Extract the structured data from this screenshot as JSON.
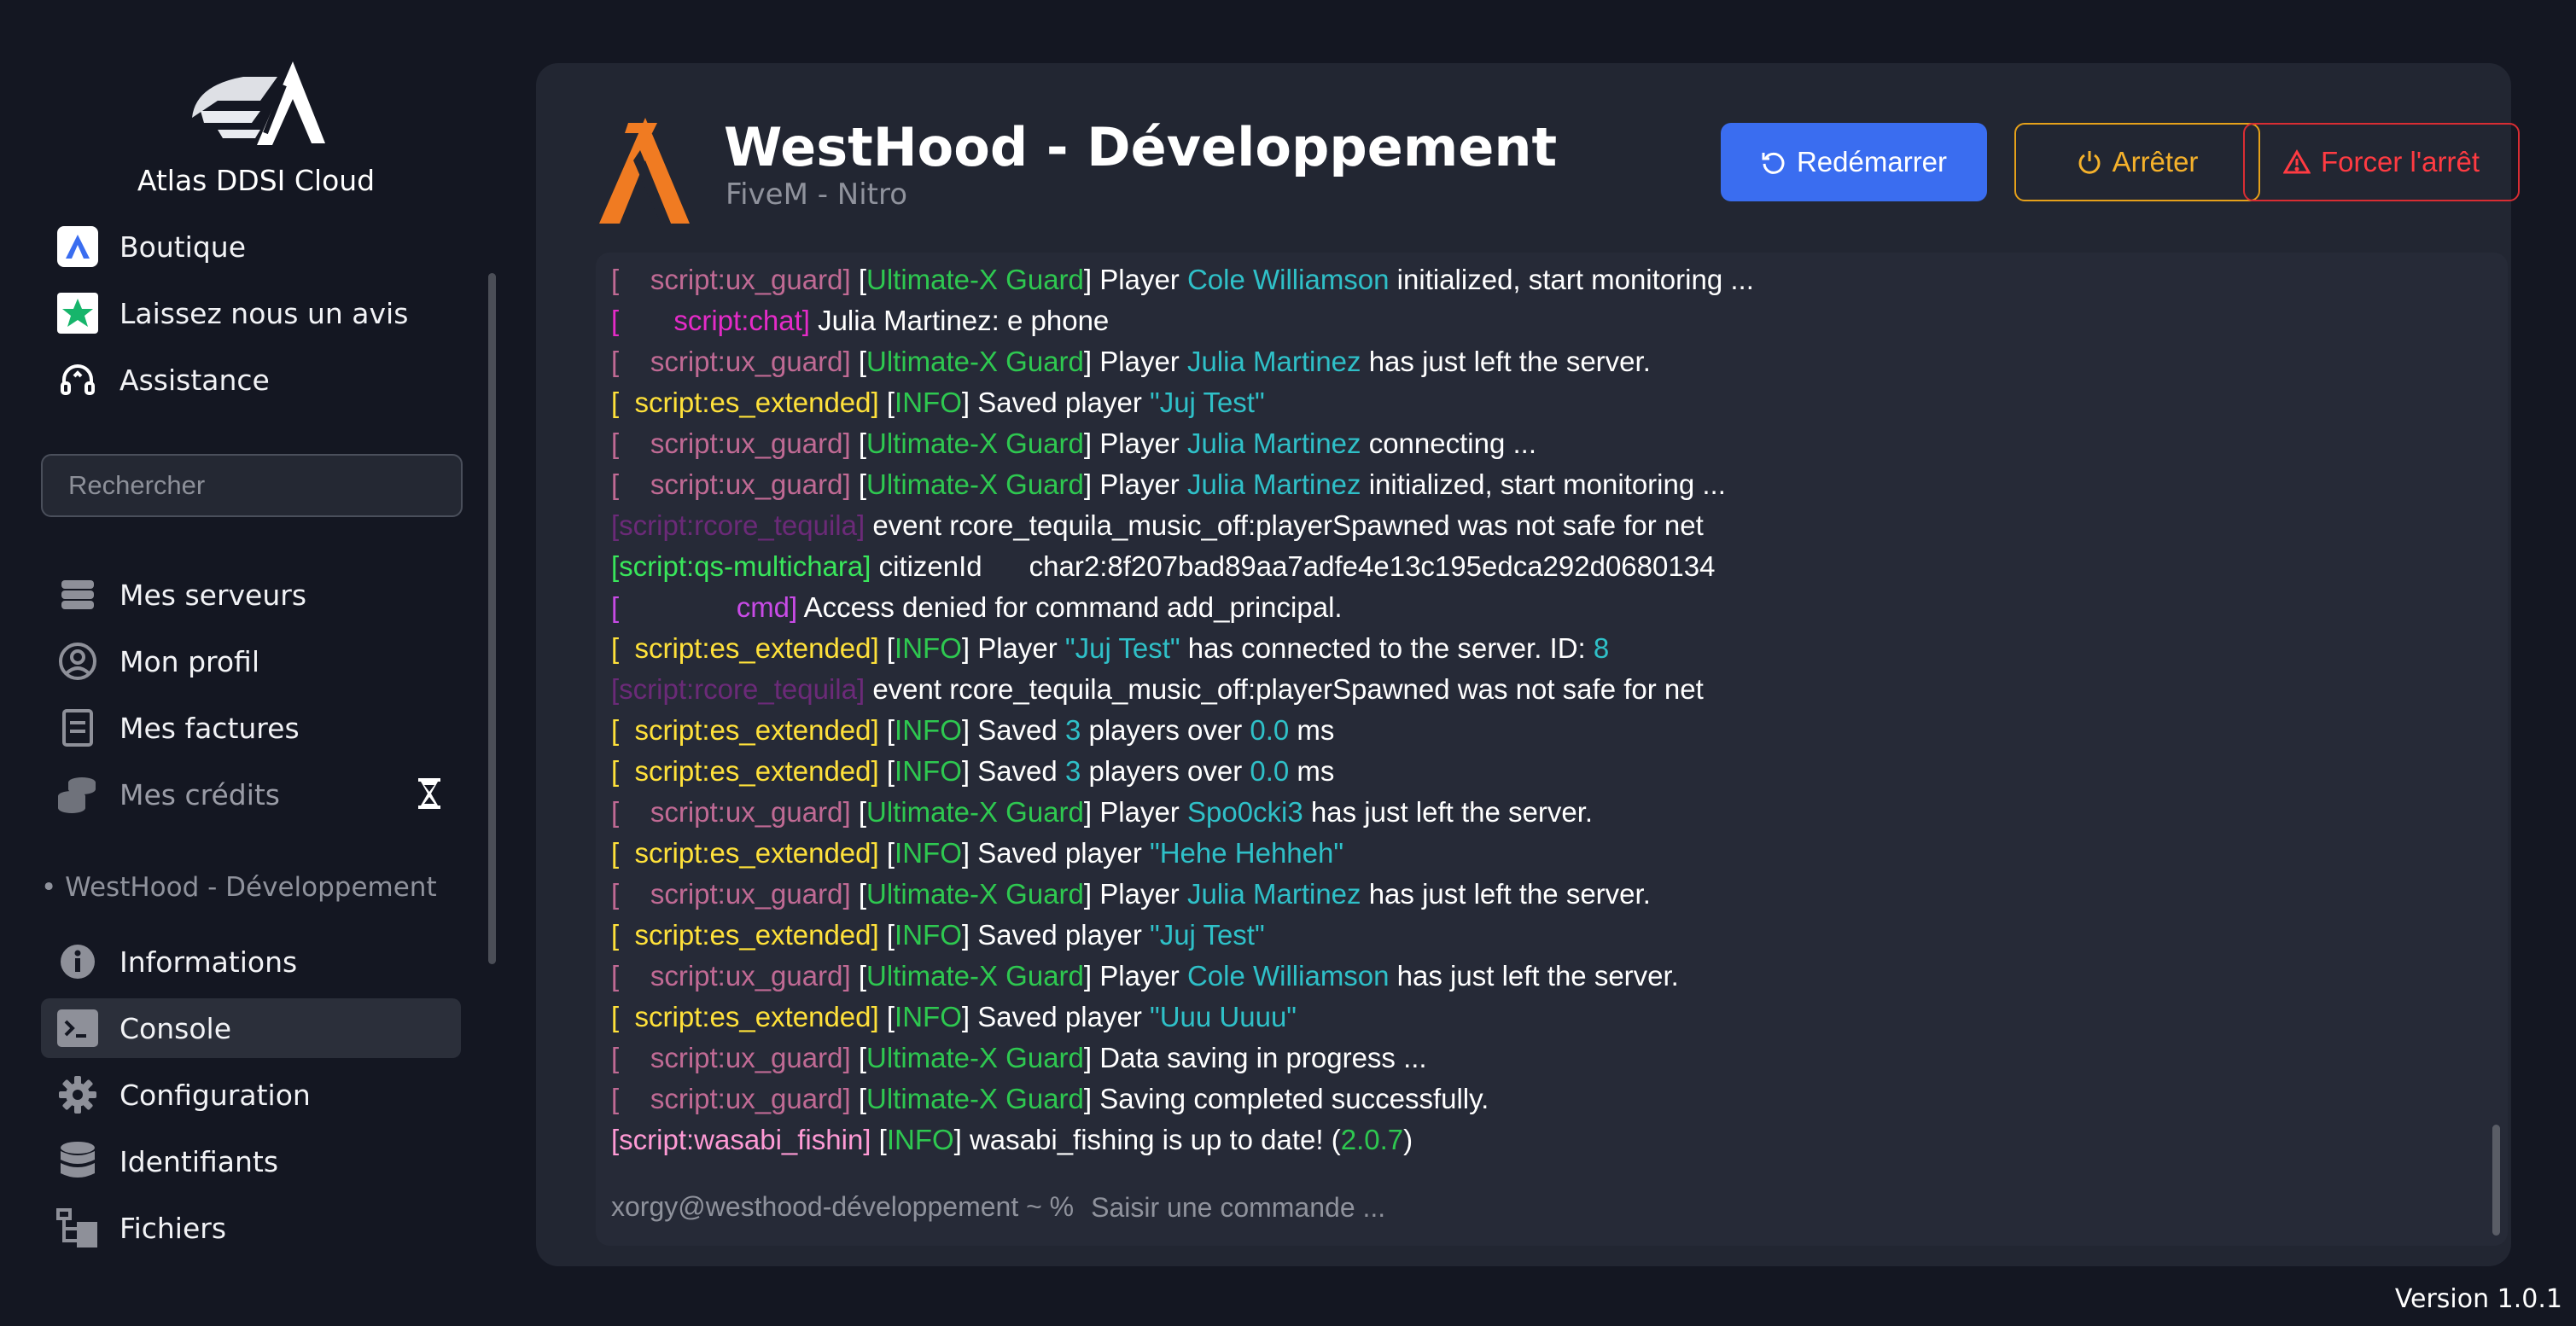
{
  "brand": {
    "name": "Atlas DDSI Cloud"
  },
  "sidebar": {
    "top_links": [
      {
        "label": "Boutique"
      },
      {
        "label": "Laissez nous un avis"
      },
      {
        "label": "Assistance"
      }
    ],
    "search_placeholder": "Rechercher",
    "account": [
      {
        "label": "Mes serveurs"
      },
      {
        "label": "Mon profil"
      },
      {
        "label": "Mes factures"
      },
      {
        "label": "Mes crédits"
      }
    ],
    "server_section": "• WestHood - Développement",
    "server_menu": [
      {
        "label": "Informations"
      },
      {
        "label": "Console"
      },
      {
        "label": "Configuration"
      },
      {
        "label": "Identifiants"
      },
      {
        "label": "Fichiers"
      }
    ]
  },
  "server": {
    "title": "WestHood - Développement",
    "subtitle": "FiveM - Nitro"
  },
  "buttons": {
    "restart": "Redémarrer",
    "stop": "Arrêter",
    "kill": "Forcer l'arrêt"
  },
  "colors": {
    "accent_blue": "#3a6df0",
    "warning": "#f5b12b",
    "danger": "#ff3b42",
    "guard_tag": "#c06a94",
    "chat_tag": "#e52bc8",
    "es_tag": "#ffe13a",
    "green": "#2ec850",
    "cyan": "#2fc0c8",
    "rcore_tag": "#6b2a78",
    "qs_tag": "#39e65b",
    "cmd_tag": "#c84be6",
    "wasabi_tag": "#ff9ad5"
  },
  "console": {
    "lines": [
      [
        [
          "[    script:ux_guard] ",
          "#c06a94"
        ],
        [
          "[",
          "#fff"
        ],
        [
          "Ultimate-X Guard",
          "#2ec850"
        ],
        [
          "] Player ",
          "#fff"
        ],
        [
          "Cole Williamson",
          "#2fc0c8"
        ],
        [
          " initialized, start monitoring ...",
          "#fff"
        ]
      ],
      [
        [
          "[       script:chat] ",
          "#e52bc8"
        ],
        [
          "Julia Martinez: e phone",
          "#fff"
        ]
      ],
      [
        [
          "[    script:ux_guard] ",
          "#c06a94"
        ],
        [
          "[",
          "#fff"
        ],
        [
          "Ultimate-X Guard",
          "#2ec850"
        ],
        [
          "] Player ",
          "#fff"
        ],
        [
          "Julia Martinez",
          "#2fc0c8"
        ],
        [
          " has just left the server.",
          "#fff"
        ]
      ],
      [
        [
          "[  script:es_extended] ",
          "#ffe13a"
        ],
        [
          "[",
          "#fff"
        ],
        [
          "INFO",
          "#2ec850"
        ],
        [
          "] Saved player ",
          "#fff"
        ],
        [
          "\"Juj Test\"",
          "#2fc0c8"
        ]
      ],
      [
        [
          "[    script:ux_guard] ",
          "#c06a94"
        ],
        [
          "[",
          "#fff"
        ],
        [
          "Ultimate-X Guard",
          "#2ec850"
        ],
        [
          "] Player ",
          "#fff"
        ],
        [
          "Julia Martinez",
          "#2fc0c8"
        ],
        [
          " connecting ...",
          "#fff"
        ]
      ],
      [
        [
          "[    script:ux_guard] ",
          "#c06a94"
        ],
        [
          "[",
          "#fff"
        ],
        [
          "Ultimate-X Guard",
          "#2ec850"
        ],
        [
          "] Player ",
          "#fff"
        ],
        [
          "Julia Martinez",
          "#2fc0c8"
        ],
        [
          " initialized, start monitoring ...",
          "#fff"
        ]
      ],
      [
        [
          "[script:rcore_tequila] ",
          "#6b2a78"
        ],
        [
          "event rcore_tequila_music_off:playerSpawned was not safe for net",
          "#fff"
        ]
      ],
      [
        [
          "[script:qs-multichara] ",
          "#39e65b"
        ],
        [
          "citizenId      char2:8f207bad89aa7adfe4e13c195edca292d0680134",
          "#fff"
        ]
      ],
      [
        [
          "[               cmd] ",
          "#c84be6"
        ],
        [
          "Access denied for command add_principal.",
          "#fff"
        ]
      ],
      [
        [
          "[  script:es_extended] ",
          "#ffe13a"
        ],
        [
          "[",
          "#fff"
        ],
        [
          "INFO",
          "#2ec850"
        ],
        [
          "] Player ",
          "#fff"
        ],
        [
          "\"Juj Test\"",
          "#2fc0c8"
        ],
        [
          " has connected to the server. ID: ",
          "#fff"
        ],
        [
          "8",
          "#2fc0c8"
        ]
      ],
      [
        [
          "[script:rcore_tequila] ",
          "#6b2a78"
        ],
        [
          "event rcore_tequila_music_off:playerSpawned was not safe for net",
          "#fff"
        ]
      ],
      [
        [
          "[  script:es_extended] ",
          "#ffe13a"
        ],
        [
          "[",
          "#fff"
        ],
        [
          "INFO",
          "#2ec850"
        ],
        [
          "] Saved ",
          "#fff"
        ],
        [
          "3",
          "#2fc0c8"
        ],
        [
          " players over ",
          "#fff"
        ],
        [
          "0.0",
          "#2fc0c8"
        ],
        [
          " ms",
          "#fff"
        ]
      ],
      [
        [
          "[  script:es_extended] ",
          "#ffe13a"
        ],
        [
          "[",
          "#fff"
        ],
        [
          "INFO",
          "#2ec850"
        ],
        [
          "] Saved ",
          "#fff"
        ],
        [
          "3",
          "#2fc0c8"
        ],
        [
          " players over ",
          "#fff"
        ],
        [
          "0.0",
          "#2fc0c8"
        ],
        [
          " ms",
          "#fff"
        ]
      ],
      [
        [
          "[    script:ux_guard] ",
          "#c06a94"
        ],
        [
          "[",
          "#fff"
        ],
        [
          "Ultimate-X Guard",
          "#2ec850"
        ],
        [
          "] Player ",
          "#fff"
        ],
        [
          "Spo0cki3",
          "#2fc0c8"
        ],
        [
          " has just left the server.",
          "#fff"
        ]
      ],
      [
        [
          "[  script:es_extended] ",
          "#ffe13a"
        ],
        [
          "[",
          "#fff"
        ],
        [
          "INFO",
          "#2ec850"
        ],
        [
          "] Saved player ",
          "#fff"
        ],
        [
          "\"Hehe Hehheh\"",
          "#2fc0c8"
        ]
      ],
      [
        [
          "[    script:ux_guard] ",
          "#c06a94"
        ],
        [
          "[",
          "#fff"
        ],
        [
          "Ultimate-X Guard",
          "#2ec850"
        ],
        [
          "] Player ",
          "#fff"
        ],
        [
          "Julia Martinez",
          "#2fc0c8"
        ],
        [
          " has just left the server.",
          "#fff"
        ]
      ],
      [
        [
          "[  script:es_extended] ",
          "#ffe13a"
        ],
        [
          "[",
          "#fff"
        ],
        [
          "INFO",
          "#2ec850"
        ],
        [
          "] Saved player ",
          "#fff"
        ],
        [
          "\"Juj Test\"",
          "#2fc0c8"
        ]
      ],
      [
        [
          "[    script:ux_guard] ",
          "#c06a94"
        ],
        [
          "[",
          "#fff"
        ],
        [
          "Ultimate-X Guard",
          "#2ec850"
        ],
        [
          "] Player ",
          "#fff"
        ],
        [
          "Cole Williamson",
          "#2fc0c8"
        ],
        [
          " has just left the server.",
          "#fff"
        ]
      ],
      [
        [
          "[  script:es_extended] ",
          "#ffe13a"
        ],
        [
          "[",
          "#fff"
        ],
        [
          "INFO",
          "#2ec850"
        ],
        [
          "] Saved player ",
          "#fff"
        ],
        [
          "\"Uuu Uuuu\"",
          "#2fc0c8"
        ]
      ],
      [
        [
          "[    script:ux_guard] ",
          "#c06a94"
        ],
        [
          "[",
          "#fff"
        ],
        [
          "Ultimate-X Guard",
          "#2ec850"
        ],
        [
          "] Data saving in progress ...",
          "#fff"
        ]
      ],
      [
        [
          "[    script:ux_guard] ",
          "#c06a94"
        ],
        [
          "[",
          "#fff"
        ],
        [
          "Ultimate-X Guard",
          "#2ec850"
        ],
        [
          "] Saving completed successfully.",
          "#fff"
        ]
      ],
      [
        [
          "[script:wasabi_fishin] ",
          "#ff9ad5"
        ],
        [
          "[",
          "#fff"
        ],
        [
          "INFO",
          "#2ec850"
        ],
        [
          "] wasabi_fishing is up to date! (",
          "#fff"
        ],
        [
          "2.0.7",
          "#2ec850"
        ],
        [
          ")",
          "#fff"
        ]
      ]
    ],
    "prompt": "xorgy@westhood-développement ~ %",
    "input_placeholder": "Saisir une commande ..."
  },
  "version": "Version 1.0.1"
}
